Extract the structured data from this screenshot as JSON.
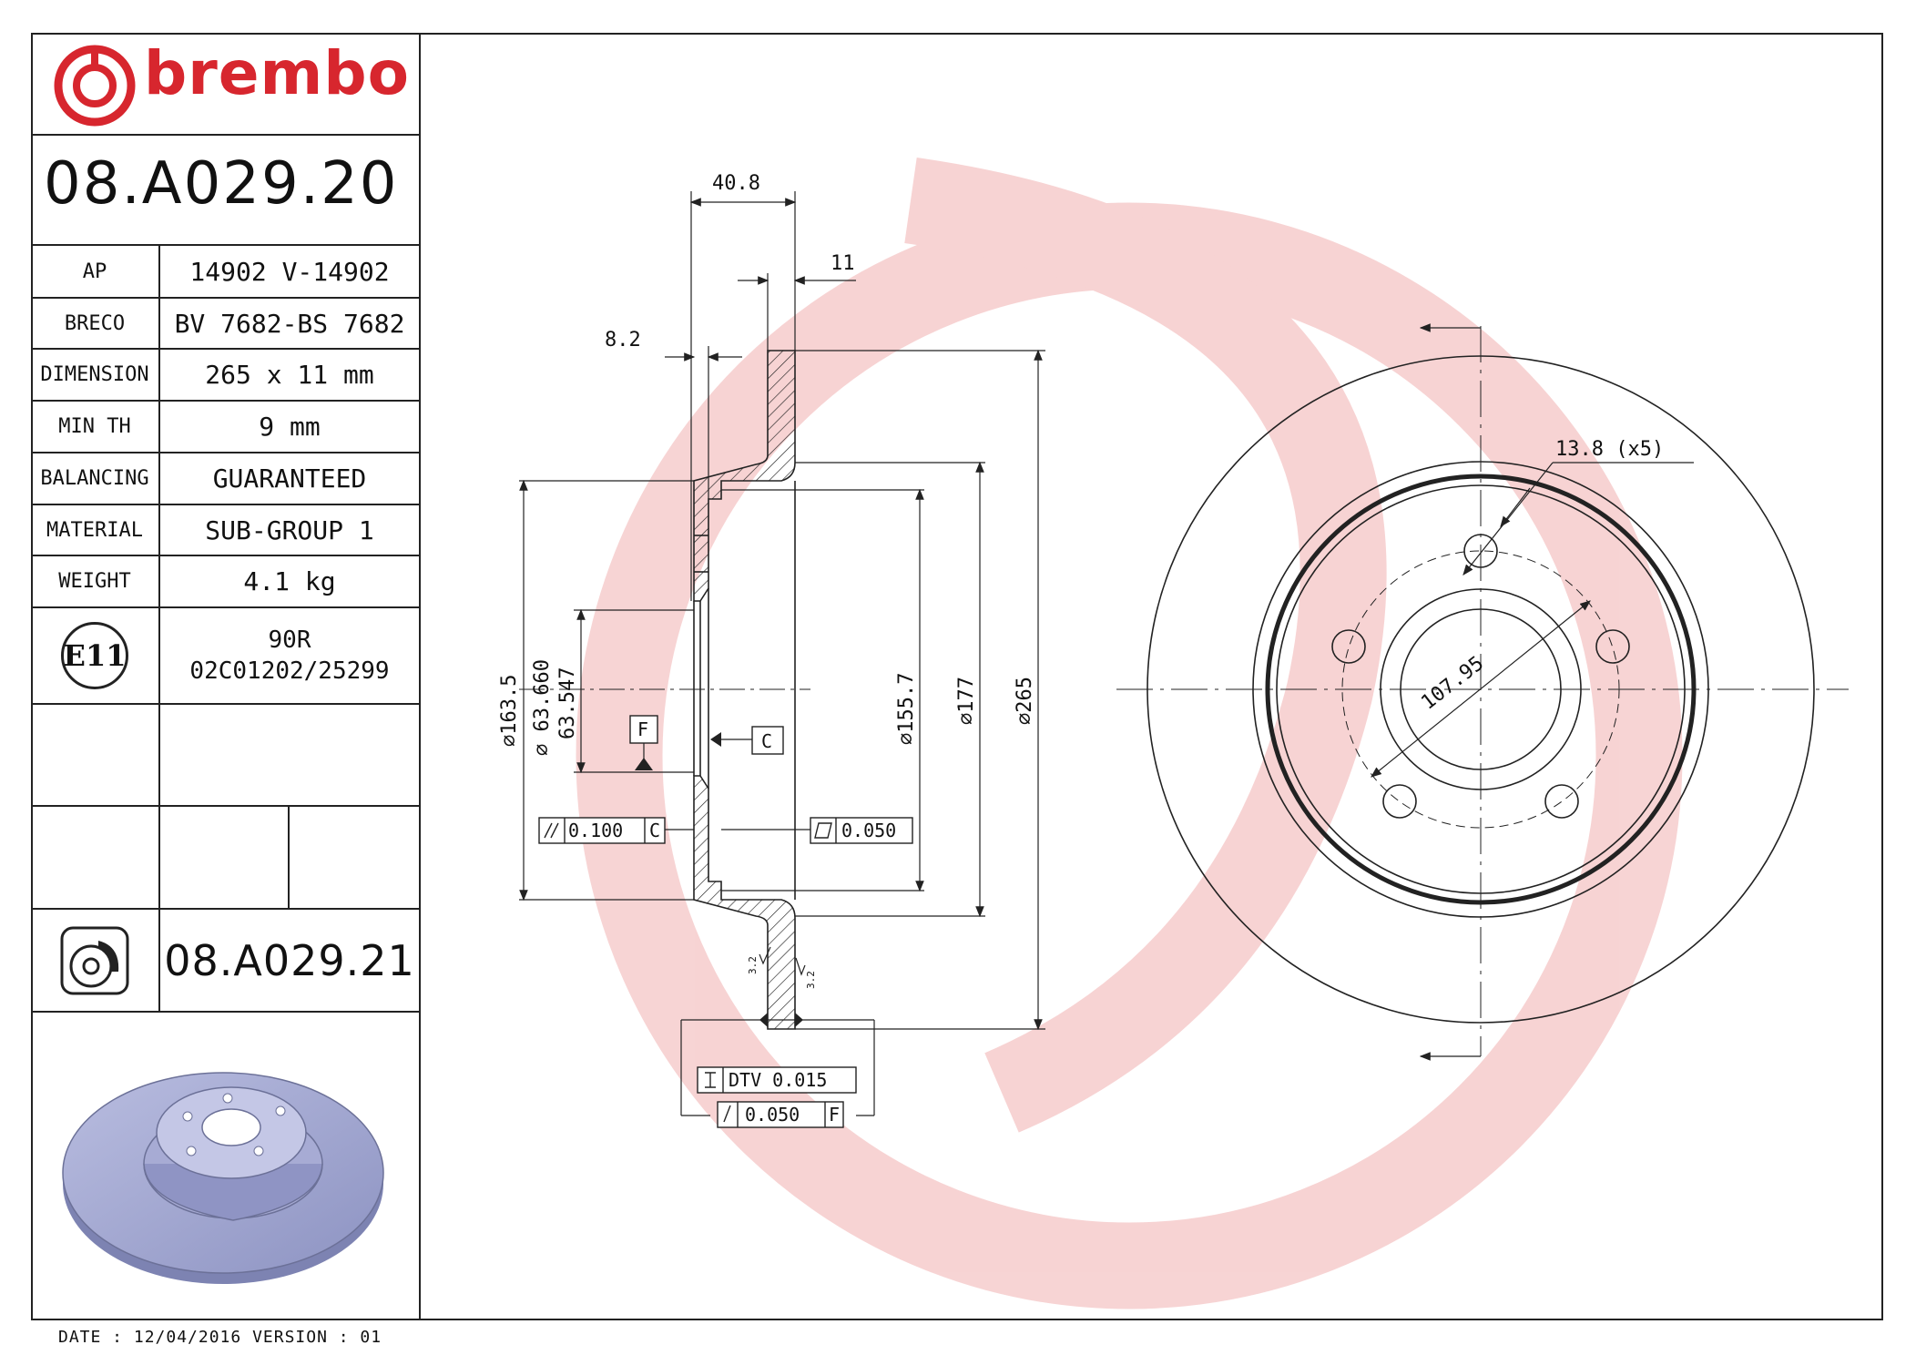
{
  "brand": {
    "name": "brembo",
    "color": "#d7262e"
  },
  "part_number": "08.A029.20",
  "spec_rows": [
    {
      "label": "AP",
      "value": "14902 V-14902"
    },
    {
      "label": "BRECO",
      "value": "BV 7682-BS 7682"
    },
    {
      "label": "DIMENSION",
      "value": "265 x 11 mm"
    },
    {
      "label": "MIN TH",
      "value": "9 mm"
    },
    {
      "label": "BALANCING",
      "value": "GUARANTEED"
    },
    {
      "label": "MATERIAL",
      "value": "SUB-GROUP 1"
    },
    {
      "label": "WEIGHT",
      "value": "4.1 kg"
    }
  ],
  "approval": {
    "mark": "E11",
    "line1": "90R",
    "line2": "02C01202/25299"
  },
  "variant_part_number": "08.A029.21",
  "footer": {
    "date_text": "DATE : 12/04/2016 VERSION : 01"
  },
  "drawing": {
    "dim_overall_depth": "40.8",
    "dim_thickness": "11",
    "dim_hat_flange": "8.2",
    "dim_d163": "⌀163.5",
    "dim_bore_max": "⌀ 63.660",
    "dim_bore_min": "63.547",
    "dim_d155": "⌀155.7",
    "dim_d177": "⌀177",
    "dim_d265": "⌀265",
    "datum_f": "F",
    "datum_c": "C",
    "tol_parallel": "0.100",
    "tol_parallel_ref": "C",
    "tol_flatness": "0.050",
    "tol_dtv": "DTV 0.015",
    "tol_runout": "0.050",
    "tol_runout_ref": "F",
    "roughness_1": "3.2",
    "roughness_2": "3.2",
    "dim_hole_dia": "13.8 (x5)",
    "dim_pcd": "107.95"
  }
}
